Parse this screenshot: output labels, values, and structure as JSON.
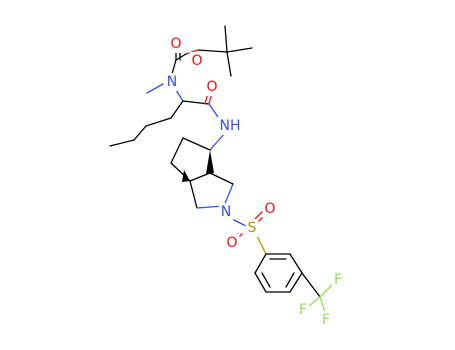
{
  "molecule": {
    "atoms": {
      "carbonyl_o": "O",
      "ester_o": "O",
      "n_methyl": "N",
      "amide_o": "O",
      "amide_nh": "NH",
      "ring_n": "N",
      "sulfonyl_s": "S",
      "sulfonyl_o_left": "O",
      "sulfonyl_o_right": "O",
      "cf3_f_top": "F",
      "cf3_f_left": "F",
      "cf3_f_right": "F"
    },
    "colors": {
      "carbon": "#000000",
      "nitrogen": "#3050f8",
      "oxygen": "#ff0d0d",
      "sulfur": "#b59b00",
      "fluorine": "#90e050"
    }
  }
}
